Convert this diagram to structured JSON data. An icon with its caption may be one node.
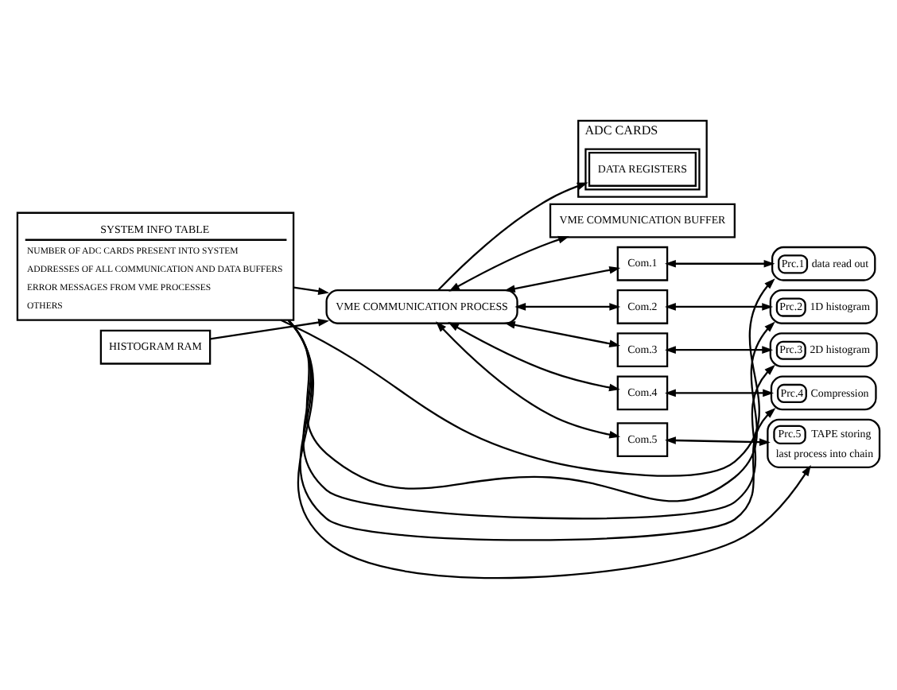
{
  "diagram": {
    "nodes": [
      {
        "text": [
          "ADC CARDS"
        ]
      },
      {
        "text": [
          "DATA REGISTERS"
        ],
        "in": 0
      },
      {
        "text": [
          "HISTOGRAM RAM"
        ]
      },
      {
        "text": [
          "VME COMMUNICATION PROCESS"
        ]
      },
      {
        "text": [
          "VME COMMUNICATION BUFFER"
        ]
      },
      {
        "text": [
          "Com.1"
        ]
      },
      {
        "text": [
          "Com.2"
        ]
      },
      {
        "text": [
          "Com.3"
        ]
      },
      {
        "text": [
          "Com.4"
        ]
      },
      {
        "text": [
          "Com.5"
        ]
      },
      {
        "text": [
          "Prc.1",
          "data read out"
        ]
      },
      {
        "text": [
          "Prc.2",
          "1D histogram"
        ]
      },
      {
        "text": [
          "Prc.3",
          "2D histogram"
        ]
      },
      {
        "text": [
          "Prc.4",
          "Compression"
        ]
      },
      {
        "text": [
          "Prc.5",
          "TAPE storing",
          "last process into chain"
        ]
      },
      {
        "text": [
          "SYSTEM INFO TABLE",
          "NUMBER OF ADC CARDS PRESENT INTO SYSTEM",
          "ADDRESSES OF ALL COMMUNICATION AND DATA BUFFERS",
          "ERROR MESSAGES FROM VME PROCESSES",
          "OTHERS"
        ]
      }
    ],
    "edges": [
      {
        "from": 3,
        "to": 1,
        "arrow": "to"
      },
      {
        "from": 2,
        "to": 3,
        "arrow": "to"
      },
      {
        "from": 3,
        "to": 4,
        "arrow": "both"
      },
      {
        "from": 3,
        "to": 5,
        "arrow": "both"
      },
      {
        "from": 3,
        "to": 6,
        "arrow": "both"
      },
      {
        "from": 3,
        "to": 7,
        "arrow": "both"
      },
      {
        "from": 3,
        "to": 8,
        "arrow": "both"
      },
      {
        "from": 3,
        "to": 9,
        "arrow": "both"
      },
      {
        "from": 5,
        "to": 10,
        "arrow": "both"
      },
      {
        "from": 6,
        "to": 11,
        "arrow": "both"
      },
      {
        "from": 7,
        "to": 12,
        "arrow": "both"
      },
      {
        "from": 8,
        "to": 13,
        "arrow": "both"
      },
      {
        "from": 9,
        "to": 14,
        "arrow": "both"
      },
      {
        "from": 15,
        "to": 10,
        "arrow": "to"
      },
      {
        "from": 15,
        "to": 11,
        "arrow": "to"
      },
      {
        "from": 15,
        "to": 12,
        "arrow": "to"
      },
      {
        "from": 15,
        "to": 13,
        "arrow": "to"
      },
      {
        "from": 15,
        "to": 14,
        "arrow": "to"
      },
      {
        "from": 15,
        "to": 3,
        "arrow": "to"
      }
    ]
  }
}
